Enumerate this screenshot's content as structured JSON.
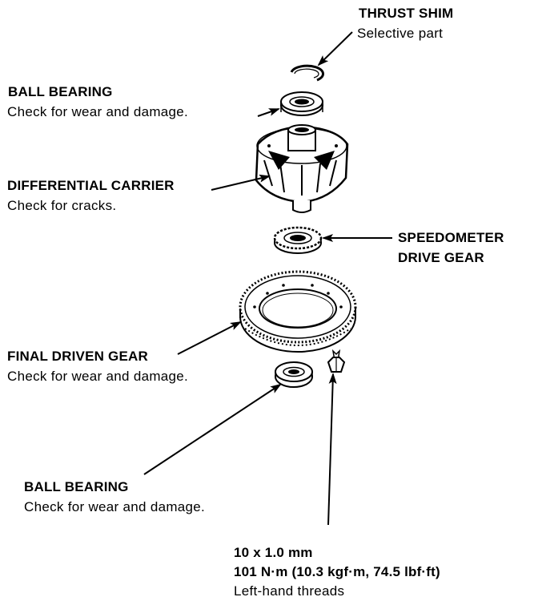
{
  "labels": {
    "thrust_shim": {
      "title": "THRUST SHIM",
      "note": "Selective part"
    },
    "ball_bearing_top": {
      "title": "BALL BEARING",
      "note": "Check for wear and damage."
    },
    "differential_carrier": {
      "title": "DIFFERENTIAL CARRIER",
      "note": "Check for cracks."
    },
    "speedometer_drive_gear": {
      "line1": "SPEEDOMETER",
      "line2": "DRIVE GEAR"
    },
    "final_driven_gear": {
      "title": "FINAL DRIVEN GEAR",
      "note": "Check for wear and damage."
    },
    "ball_bearing_bottom": {
      "title": "BALL BEARING",
      "note": "Check for wear and damage."
    },
    "bolt": {
      "size": "10 x 1.0 mm",
      "torque": "101 N·m (10.3 kgf·m, 74.5 lbf·ft)",
      "thread": "Left-hand threads"
    }
  }
}
